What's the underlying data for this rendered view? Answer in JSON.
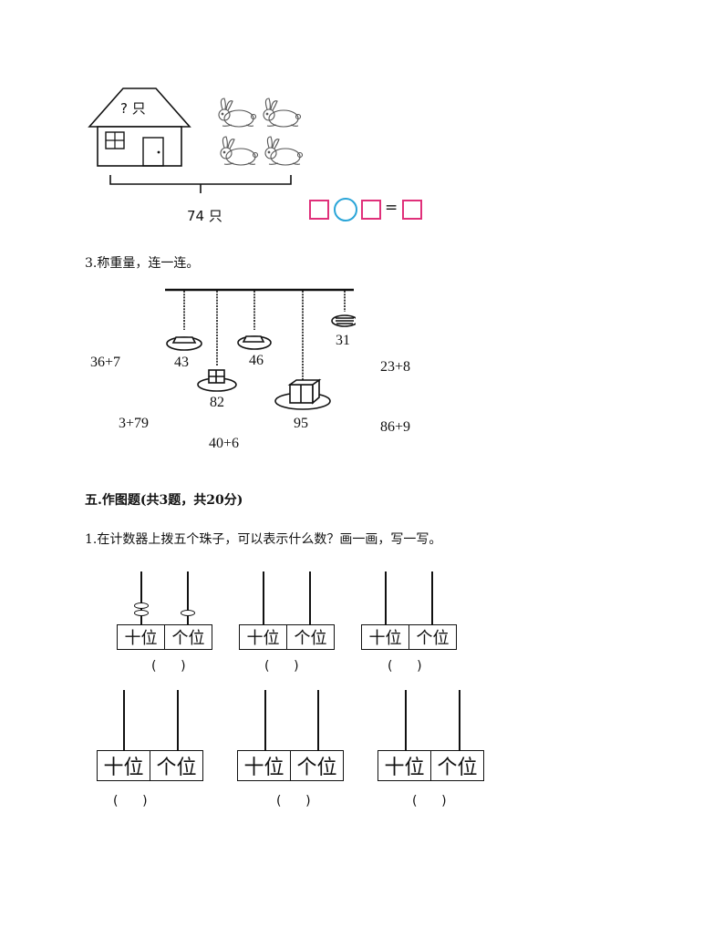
{
  "house": {
    "roof_label": "? 只"
  },
  "total_label": "74 只",
  "equation": {
    "eq_sign": "="
  },
  "q3": {
    "title": "3.称重量，连一连。",
    "weights": [
      "43",
      "46",
      "31",
      "82",
      "95"
    ],
    "expressions": [
      "36+7",
      "23+8",
      "3+79",
      "86+9",
      "40+6"
    ]
  },
  "section5": {
    "heading": "五.作图题(共3题，共20分)",
    "q1": "1.在计数器上拨五个珠子，可以表示什么数？画一画，写一写。"
  },
  "abacus": {
    "tens": "十位",
    "ones": "个位",
    "answer": "(      )",
    "first_beads": {
      "tens": 2,
      "ones": 1
    }
  },
  "colors": {
    "square": "#e0307a",
    "circle": "#2aa5d8"
  }
}
